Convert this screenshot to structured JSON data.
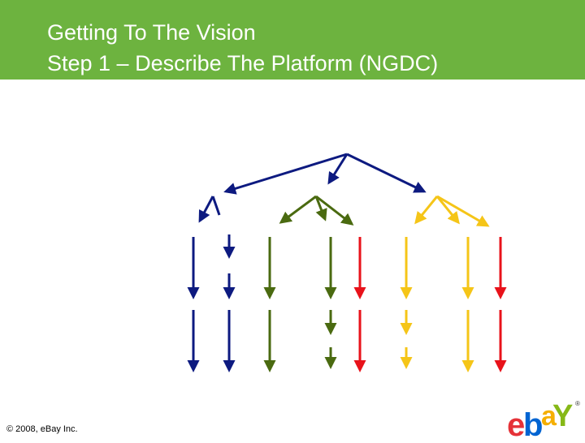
{
  "header": {
    "title_line1": "Getting To The Vision",
    "title_line2": "Step 1 – Describe The Platform (NGDC)",
    "background_color": "#6db33f",
    "text_color": "#ffffff"
  },
  "diagram": {
    "colors": {
      "navy": "#0d1a80",
      "green": "#4a6a10",
      "red": "#e8121a",
      "yellow": "#f5c518"
    },
    "branch_colors": [
      "navy",
      "green",
      "yellow"
    ],
    "column_colors": [
      "navy",
      "navy",
      "green",
      "green",
      "red",
      "yellow",
      "yellow",
      "red"
    ]
  },
  "footer": {
    "copyright": "© 2008, eBay Inc."
  },
  "logo": {
    "letters": [
      "e",
      "b",
      "a",
      "Y"
    ],
    "registered": "®",
    "colors": [
      "#e53238",
      "#0064d2",
      "#f5af02",
      "#86b817"
    ]
  }
}
